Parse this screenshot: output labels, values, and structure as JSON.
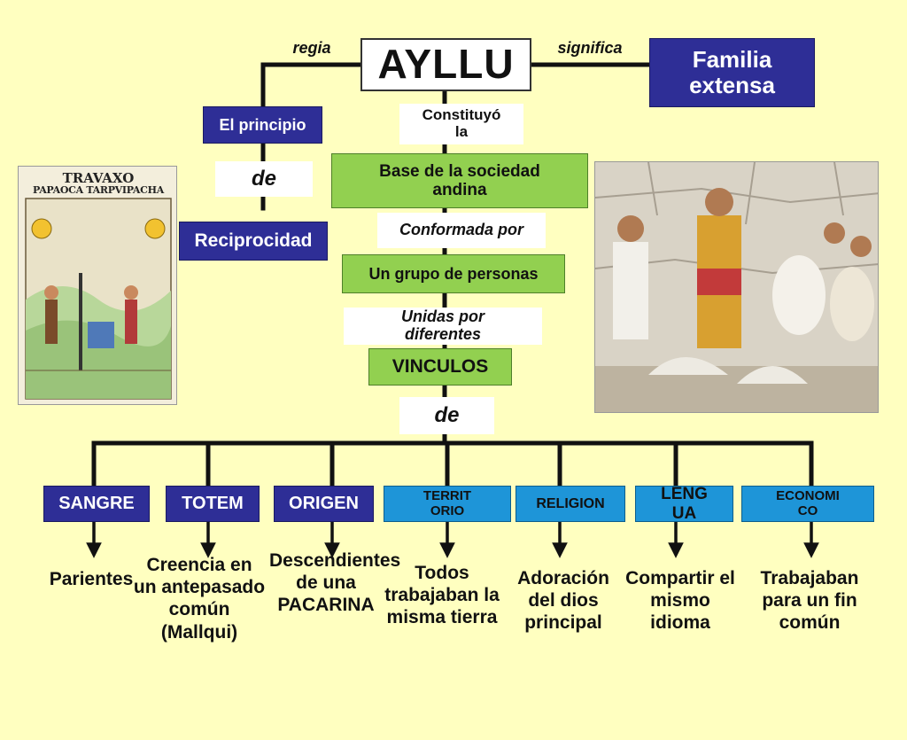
{
  "title": "AYLLU",
  "labels": {
    "regia": "regia",
    "significa": "significa",
    "constituyo": "Constituyó la",
    "de_left": "de",
    "conformada": "Conformada por",
    "unidas": "Unidas por diferentes",
    "de_center": "de"
  },
  "boxes": {
    "familia": "Familia extensa",
    "principio": "El principio",
    "reciprocidad": "Reciprocidad",
    "base": "Base de la sociedad andina",
    "grupo": "Un grupo de personas",
    "vinculos": "VINCULOS"
  },
  "categories": [
    {
      "label": "SANGRE",
      "description": "Parientes"
    },
    {
      "label": "TOTEM",
      "description": "Creencia en un antepasado común (Mallqui)"
    },
    {
      "label": "ORIGEN",
      "description": "Descendientes de una PACARINA"
    },
    {
      "label": "TERRITORIO",
      "description": "Todos trabajaban la misma tierra"
    },
    {
      "label": "RELIGION",
      "description": "Adoración del dios principal"
    },
    {
      "label": "LENGUA",
      "description": "Compartir el mismo idioma"
    },
    {
      "label": "ECONOMICO",
      "description": "Trabajaban para un fin común"
    }
  ],
  "images": {
    "left": {
      "caption_top": "TRAVAXO",
      "caption_main": "PAPAOCA TARPVIPACHA",
      "icon": "farming-drawing-icon"
    },
    "right": {
      "icon": "inca-scene-icon"
    }
  },
  "colors": {
    "background": "#FFFFC0",
    "blue": "#2E2E96",
    "green": "#92D050",
    "cyan": "#1E95D8"
  }
}
